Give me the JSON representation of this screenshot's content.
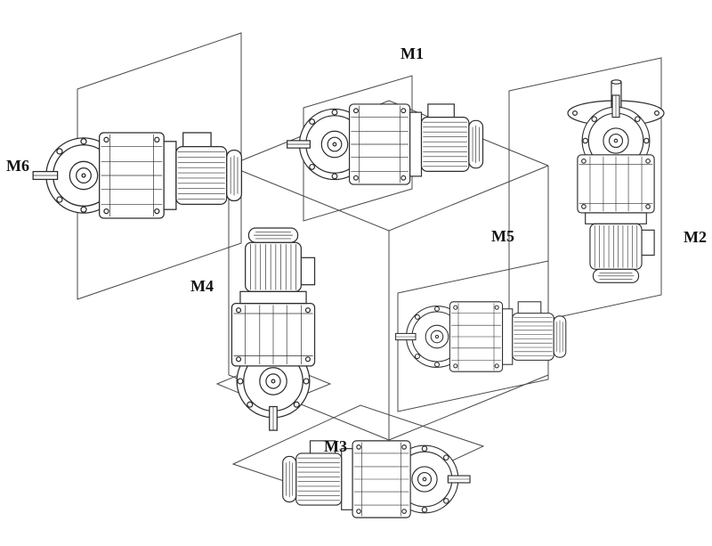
{
  "figure": {
    "labels": {
      "m1": "M1",
      "m2": "M2",
      "m3": "M3",
      "m4": "M4",
      "m5": "M5",
      "m6": "M6"
    },
    "colors": {
      "line": "#2d2d2d",
      "thin_line": "#4a4a4a",
      "label": "#111111",
      "background": "#ffffff"
    }
  }
}
